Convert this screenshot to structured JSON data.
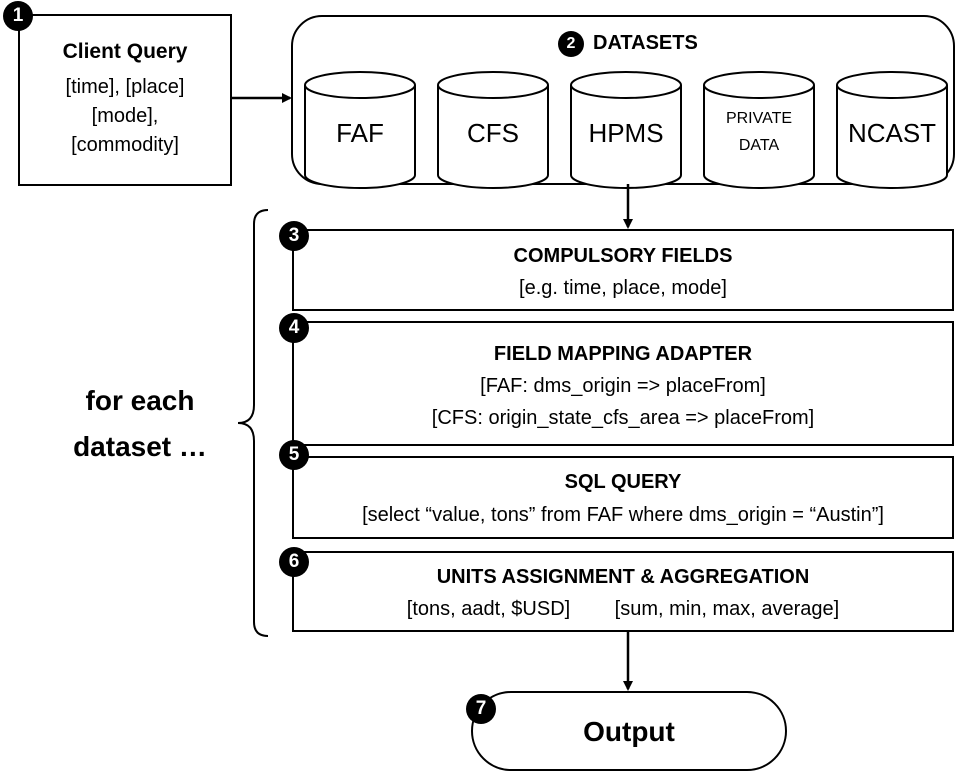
{
  "client_query": {
    "badge": "1",
    "title": "Client Query",
    "lines": [
      "[time], [place]",
      "[mode],",
      "[commodity]"
    ]
  },
  "datasets": {
    "badge": "2",
    "title": "DATASETS",
    "items": [
      {
        "label": "FAF"
      },
      {
        "label": "CFS"
      },
      {
        "label": "HPMS"
      },
      {
        "label_line1": "PRIVATE",
        "label_line2": "DATA"
      },
      {
        "label": "NCAST"
      }
    ]
  },
  "bracket_label": {
    "line1": "for each",
    "line2": "dataset …"
  },
  "steps": [
    {
      "badge": "3",
      "title": "COMPULSORY FIELDS",
      "lines": [
        "[e.g. time, place, mode]"
      ]
    },
    {
      "badge": "4",
      "title": "FIELD MAPPING ADAPTER",
      "lines": [
        "[FAF:  dms_origin => placeFrom]",
        "[CFS:  origin_state_cfs_area => placeFrom]"
      ]
    },
    {
      "badge": "5",
      "title": "SQL QUERY",
      "lines": [
        "[select “value, tons” from FAF where dms_origin = “Austin”]"
      ]
    },
    {
      "badge": "6",
      "title": "UNITS ASSIGNMENT & AGGREGATION",
      "lines": [
        "[tons, aadt, $USD]        [sum, min, max, average]"
      ]
    }
  ],
  "output": {
    "badge": "7",
    "label": "Output"
  }
}
